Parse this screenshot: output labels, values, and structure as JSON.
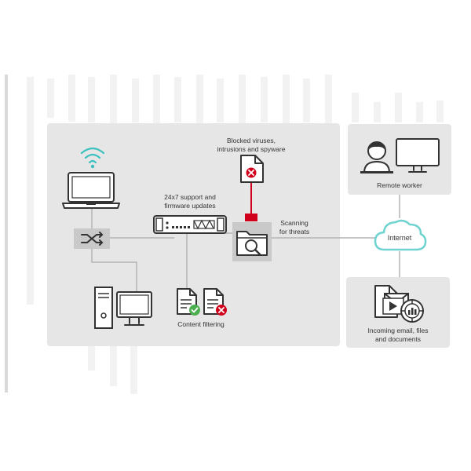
{
  "labels": {
    "blocked": [
      "Blocked viruses,",
      "intrusions and spyware"
    ],
    "support": [
      "24x7 support and",
      "firmware updates"
    ],
    "scanning": [
      "Scanning",
      "for threats"
    ],
    "content_filtering": "Content filtering",
    "remote_worker": "Remote worker",
    "internet": "Internet",
    "incoming": [
      "Incoming email, files",
      "and documents"
    ]
  },
  "colors": {
    "panel": "#e6e6e6",
    "line": "#b3b3b3",
    "icon": "#333333",
    "accent_red": "#d0021b",
    "accent_teal": "#6fd3d0",
    "accent_green": "#4caf50",
    "wifi": "#3cc0c0"
  },
  "icons": [
    "wifi-icon",
    "laptop-icon",
    "network-switch-icon",
    "firewall-appliance-icon",
    "blocked-file-icon",
    "scanning-folder-icon",
    "desktop-computer-icon",
    "approved-document-icon",
    "rejected-document-icon",
    "user-avatar-icon",
    "monitor-icon",
    "cloud-icon",
    "incoming-files-icon"
  ]
}
